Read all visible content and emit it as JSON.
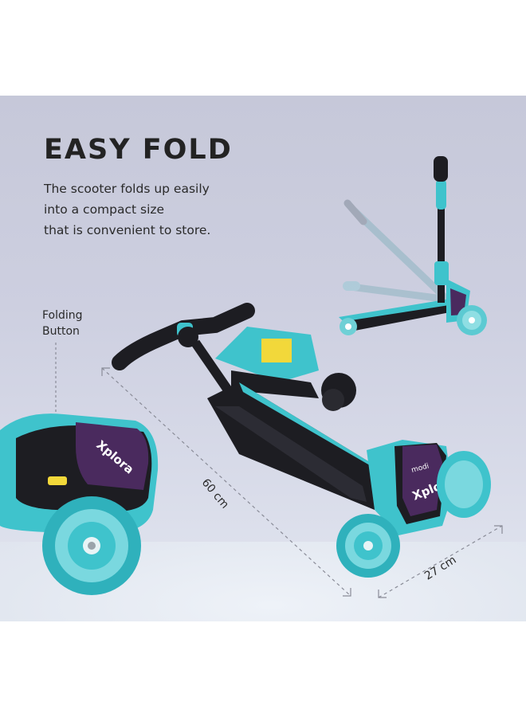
{
  "heading": "EASY FOLD",
  "description_lines": [
    "The scooter folds up easily",
    "into a compact size",
    "that is convenient to store."
  ],
  "callout": {
    "lines": [
      "Folding",
      "Button"
    ]
  },
  "dimensions": {
    "length": "60 cm",
    "width": "27 cm"
  },
  "brand": {
    "deck_badge": "Xplora",
    "logo": "modi"
  },
  "colors": {
    "accent_teal": "#3fc3cc",
    "deck_black": "#1d1d22",
    "panel_purple": "#4a2a5e",
    "button_yellow": "#f2d83a"
  }
}
